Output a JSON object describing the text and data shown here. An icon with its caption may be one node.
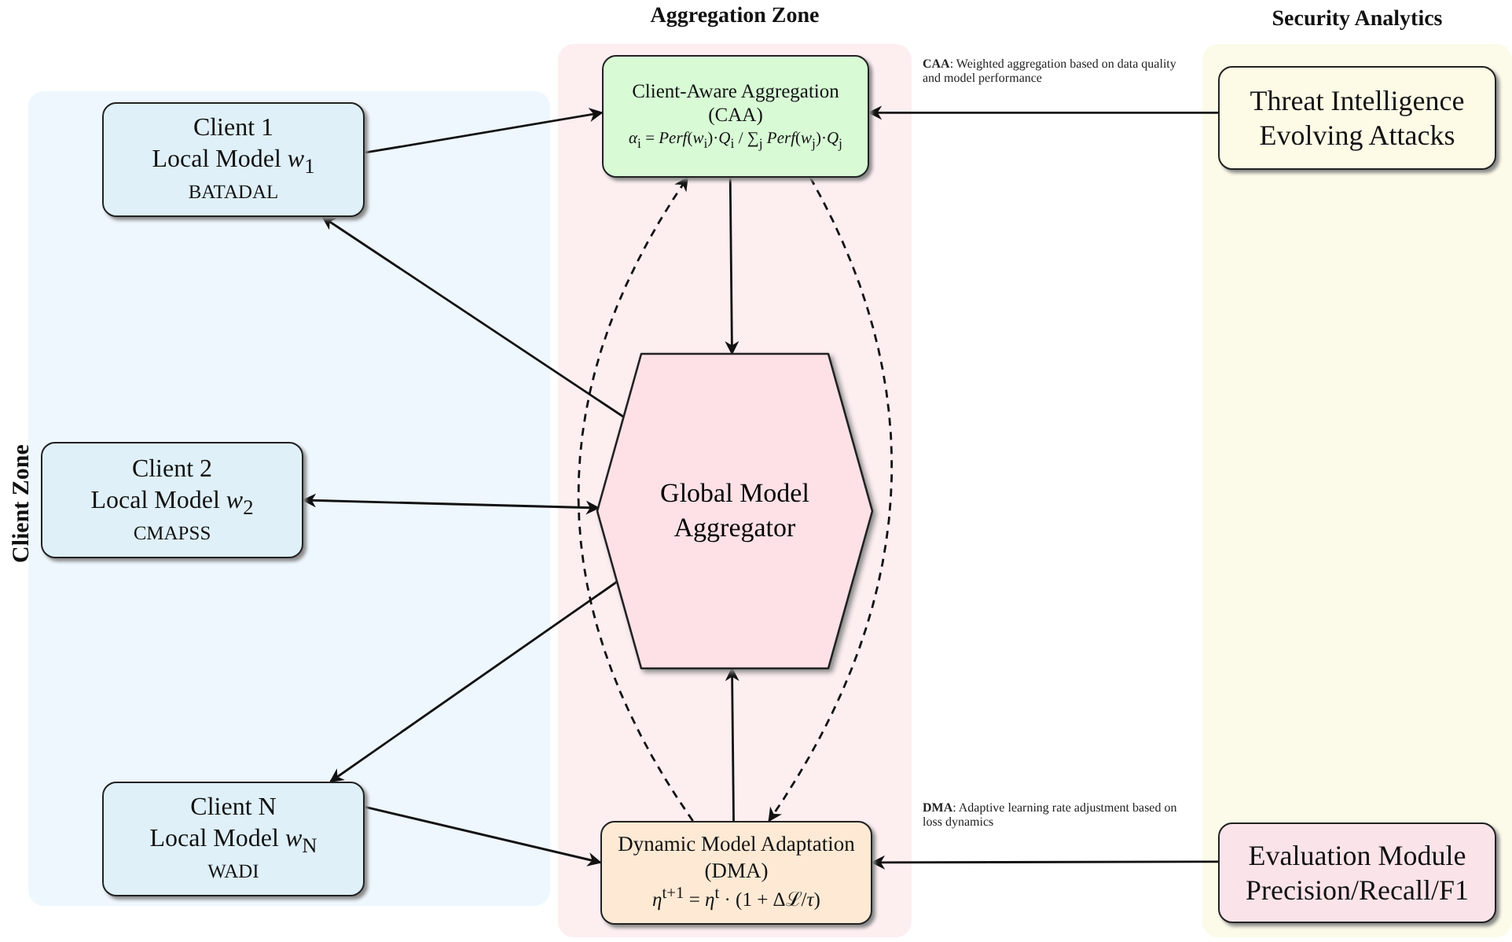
{
  "diagram": {
    "nodes": [
      {
        "text": [
          "Client Zone"
        ]
      },
      {
        "text": [
          "Aggregation Zone"
        ]
      },
      {
        "text": [
          "Security Analytics"
        ]
      },
      {
        "text": [
          "Client 1",
          "Local Model *w*$_{1}$",
          "BATADAL"
        ],
        "in": 0
      },
      {
        "text": [
          "Client 2",
          "Local Model *w*$_{2}$",
          "CMAPSS"
        ],
        "in": 0
      },
      {
        "text": [
          "Client N",
          "Local Model *w*$_{N}$",
          "WADI"
        ],
        "in": 0
      },
      {
        "text": [
          "Client-Aware Aggregation (CAA)",
          "*α*$_{i}$ = *Perf*(*w*$_{i}$)·*Q*$_{i}$ / ∑$_{j}$ *Perf*(*w*$_{j}$)·*Q*$_{j}$"
        ],
        "in": 1
      },
      {
        "text": [
          "Global Model Aggregator"
        ],
        "in": 1
      },
      {
        "text": [
          "Dynamic Model Adaptation (DMA)",
          "*η*$^{t+1}$ = *η*$^{t}$ · (1 + Δℒ/*τ*)"
        ],
        "in": 1
      },
      {
        "text": [
          "Threat Intelligence",
          "Evolving Attacks"
        ],
        "in": 2
      },
      {
        "text": [
          "Evaluation Module",
          "Precision/Recall/F1"
        ],
        "in": 2
      }
    ],
    "edges": [
      {
        "from": 3,
        "to": 6,
        "arrow": "to"
      },
      {
        "from": 7,
        "to": 3,
        "arrow": "to"
      },
      {
        "from": 4,
        "to": 7,
        "arrow": "both"
      },
      {
        "from": 7,
        "to": 5,
        "arrow": "to"
      },
      {
        "from": 5,
        "to": 8,
        "arrow": "to"
      },
      {
        "from": 6,
        "to": 7,
        "arrow": "to"
      },
      {
        "from": 8,
        "to": 7,
        "arrow": "to"
      },
      {
        "from": 8,
        "to": 6,
        "arrow": "to",
        "style": "dashed"
      },
      {
        "from": 6,
        "to": 8,
        "arrow": "to",
        "style": "dashed"
      },
      {
        "from": 9,
        "to": 6,
        "arrow": "to",
        "label": "**CAA**: Weighted aggregation based on data quality and model performance"
      },
      {
        "from": 10,
        "to": 8,
        "arrow": "to",
        "label": "**DMA**: Adaptive learning rate adjustment based on loss dynamics"
      }
    ]
  }
}
